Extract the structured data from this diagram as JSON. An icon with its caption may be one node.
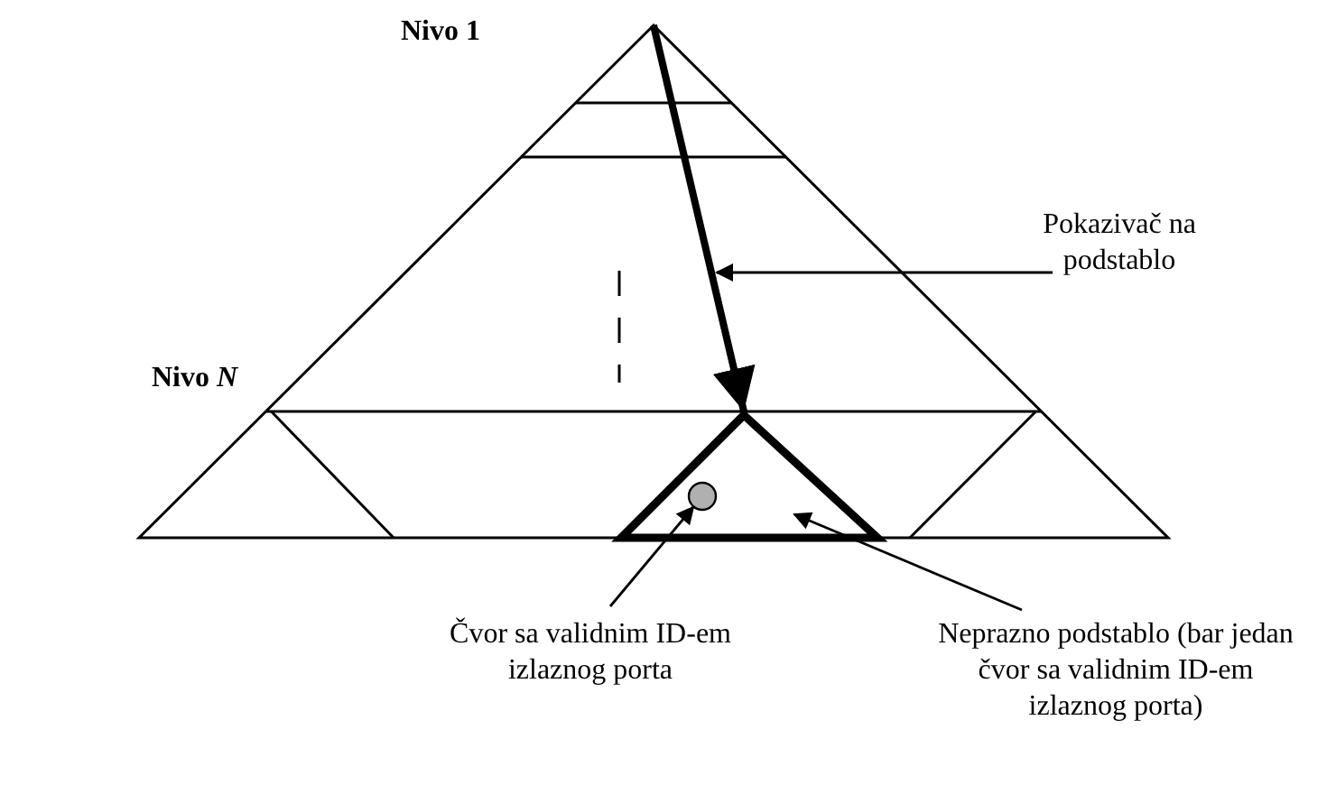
{
  "diagram": {
    "nodes": [
      {
        "text": [
          "Pokazivač na podstablo"
        ]
      },
      {
        "text": [],
        "shape": "line"
      },
      {
        "text": [],
        "shape": "triangle"
      },
      {
        "text": [],
        "shape": "circle",
        "in": 2
      },
      {
        "text": [
          "Čvor sa validnim ID-em izlaznog porta"
        ]
      },
      {
        "text": [
          "Neprazno podstablo (bar jedan čvor sa validnim ID-em izlaznog porta)"
        ]
      }
    ],
    "edges": [
      {
        "from": 0,
        "to": 1,
        "arrow": "to"
      },
      {
        "from": 4,
        "to": 3,
        "arrow": "to"
      },
      {
        "from": 5,
        "to": 2,
        "arrow": "to"
      }
    ],
    "labels": [
      "Nivo 1",
      "Nivo *N*"
    ]
  }
}
